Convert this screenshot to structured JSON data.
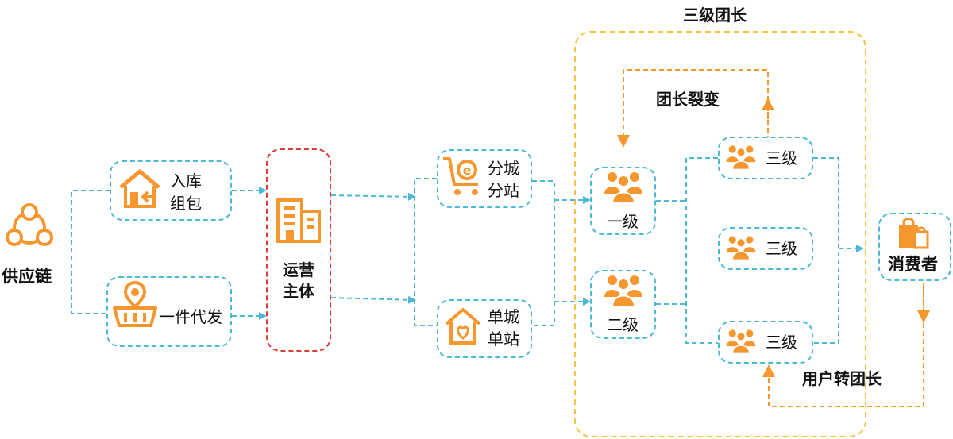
{
  "title": "三级团长",
  "supply_chain": "供应链",
  "warehouse": {
    "line1": "入库",
    "line2": "组包"
  },
  "dropship": "一件代发",
  "operator": {
    "line1": "运营",
    "line2": "主体"
  },
  "multi_city": {
    "line1": "分城",
    "line2": "分站"
  },
  "single_city": {
    "line1": "单城",
    "line2": "单站"
  },
  "level1": "一级",
  "level2": "二级",
  "level3": [
    "三级",
    "三级",
    "三级"
  ],
  "consumer": "消费者",
  "leader_fission": "团长裂变",
  "user_to_leader": "用户转团长",
  "colors": {
    "cyan": "#4bb8d6",
    "orange": "#f5962e",
    "red": "#e03a32",
    "yellow": "#f5c242"
  }
}
